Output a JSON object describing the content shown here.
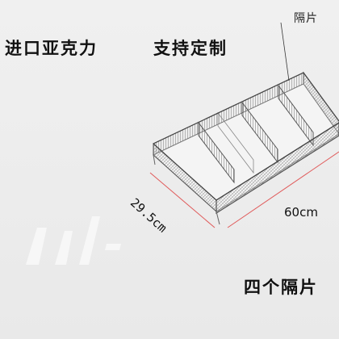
{
  "headline": {
    "left": "进口亚克力",
    "right": "支持定制"
  },
  "callout": {
    "label": "隔片"
  },
  "dimensions": {
    "depth": "29.5cm",
    "width": "60cm"
  },
  "footer": {
    "label": "四个隔片"
  },
  "colors": {
    "background": "#ececec",
    "frame_stroke": "#555555",
    "dimension_line": "#e05a5a",
    "text": "#111111",
    "watermark": "#f7f7f7"
  },
  "icons": {
    "product": "acrylic-drawer-organizer-tray",
    "watermark": "brand-watermark"
  }
}
